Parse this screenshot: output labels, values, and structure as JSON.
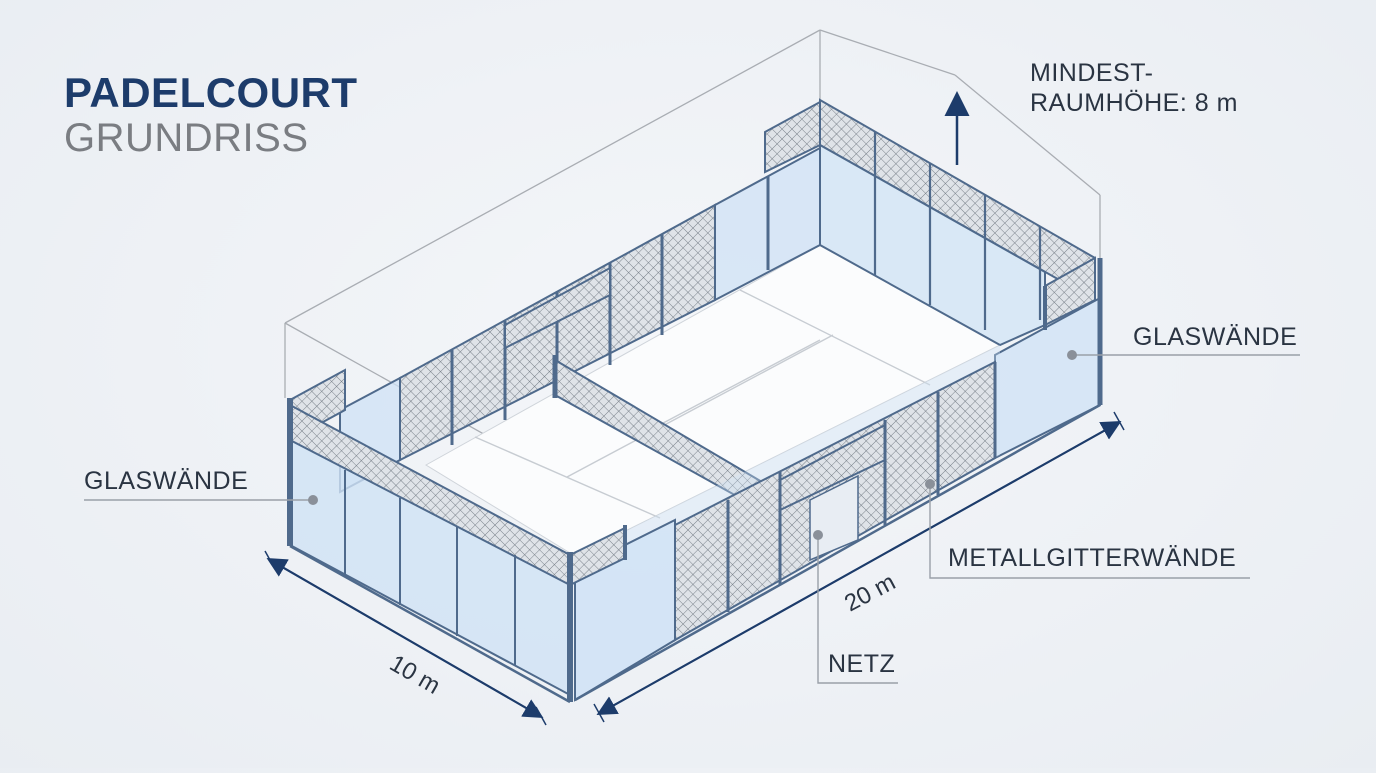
{
  "title": {
    "main": "PADELCOURT",
    "sub": "GRUNDRISS"
  },
  "labels": {
    "height_line1": "MINDEST-",
    "height_line2": "RAUMHÖHE: 8 m",
    "glass_left": "GLASWÄNDE",
    "glass_right": "GLASWÄNDE",
    "mesh": "METALLGITTERWÄNDE",
    "net": "NETZ",
    "dim_width": "10 m",
    "dim_length": "20 m"
  },
  "colors": {
    "title": "#1d3c6b",
    "subtitle": "#7a7d82",
    "frame": "#4f6a8c",
    "glass": "#cfe2f5",
    "dimension": "#1d3c6b",
    "leader": "#9aa0a8"
  }
}
